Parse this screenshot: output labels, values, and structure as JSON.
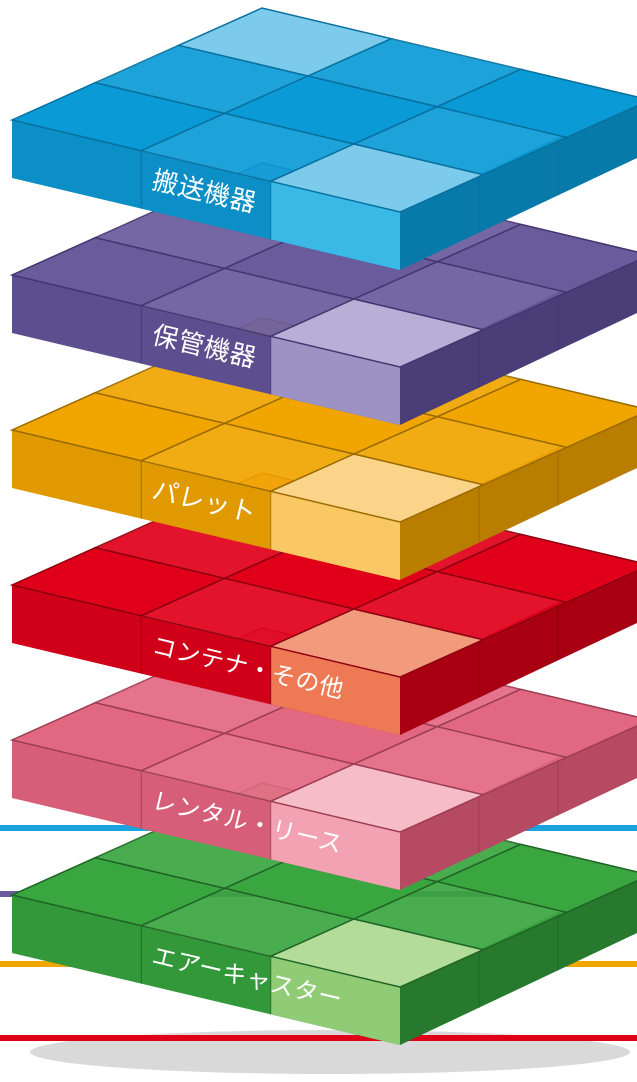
{
  "layers": [
    {
      "label": "搬送機器",
      "colors": {
        "top_dark": "#0a9bd6",
        "top_light": "#7ccbec",
        "front": "#0b8fc6",
        "side": "#087aaa",
        "tile_front": "#3ab8e6",
        "edge": "#08709e"
      },
      "line_color": "#1aa3dc"
    },
    {
      "label": "保管機器",
      "colors": {
        "top_dark": "#6a5b9c",
        "top_light": "#b8aed6",
        "front": "#5d4f8f",
        "side": "#4a3d78",
        "tile_front": "#9d92c4",
        "edge": "#423670"
      },
      "line_color": "#6a5b9c"
    },
    {
      "label": "パレット",
      "colors": {
        "top_dark": "#f0a500",
        "top_light": "#fbd489",
        "front": "#e09a00",
        "side": "#b97d00",
        "tile_front": "#f9c865",
        "edge": "#9a6a00"
      },
      "line_color": "#f0a500"
    },
    {
      "label": "コンテナ・その他",
      "colors": {
        "top_dark": "#e0001a",
        "top_light": "#f29a7c",
        "front": "#d00018",
        "side": "#a80012",
        "tile_front": "#ee7a55",
        "edge": "#8c000f"
      },
      "line_color": "#e0001a"
    },
    {
      "label": "レンタル・リース",
      "colors": {
        "top_dark": "#e26882",
        "top_light": "#f6bcc8",
        "front": "#d65e78",
        "side": "#b54a62",
        "tile_front": "#f2a2b3",
        "edge": "#9c3d52"
      },
      "line_color": "#e26882"
    },
    {
      "label": "エアーキャスター",
      "colors": {
        "top_dark": "#3aa640",
        "top_light": "#b2dc98",
        "front": "#32983a",
        "side": "#27792d",
        "tile_front": "#8fcc75",
        "edge": "#1f6424"
      },
      "line_color": "#3aa640"
    }
  ],
  "shadow_color": "#cfcfcf"
}
